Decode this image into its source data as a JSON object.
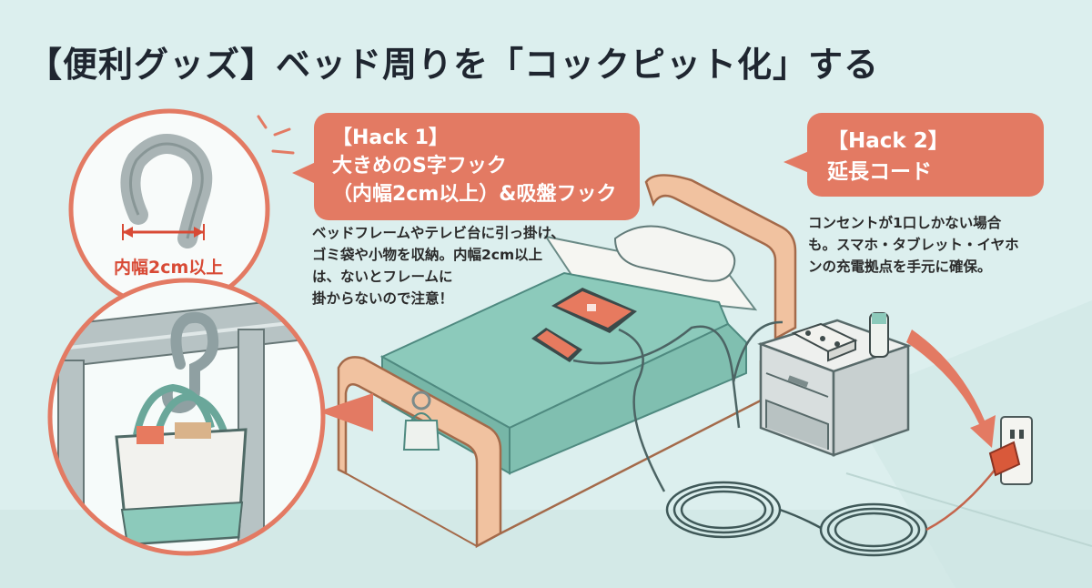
{
  "title": "【便利グッズ】ベッド周りを「コックピット化」する",
  "hack1": {
    "label": "【Hack 1】",
    "name_line1": "大きめのS字フック",
    "name_line2": "（内幅2cm以上）&吸盤フック",
    "desc_lines": [
      "ベッドフレームやテレビ台に引っ掛け、",
      "ゴミ袋や小物を収納。内幅2cm以上",
      "は、ないとフレームに",
      "掛からないので注意！"
    ]
  },
  "hack2": {
    "label": "【Hack 2】",
    "name": "延長コード",
    "desc_lines": [
      "コンセントが1口しかない場合",
      "も。スマホ・タブレット・イヤホ",
      "ンの充電拠点を手元に確保。"
    ]
  },
  "hook_measure": "内幅2cm以上",
  "colors": {
    "background": "#dcefee",
    "accent": "#e37a63",
    "accent_dark": "#d84a35",
    "bed_frame": "#f1c2a0",
    "blanket": "#88c6b8",
    "metal": "#9aa8aa"
  }
}
